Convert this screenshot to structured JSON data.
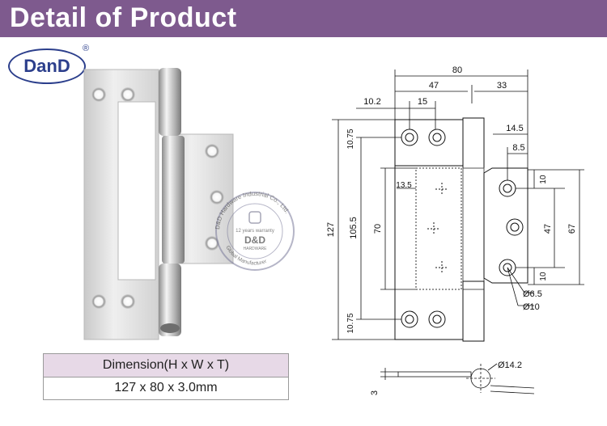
{
  "banner": {
    "title": "Detail of Product",
    "color": "#7e5a8e"
  },
  "logo": {
    "text": "DanD",
    "registered": "®",
    "color": "#2c3f8c"
  },
  "stamp": {
    "ring_text": "D&D Hardware Industrial Co., Ltd.",
    "ring_text_bottom": "Global Manufacturer",
    "warranty": "12 years warranty",
    "brand": "D&D",
    "sub": "HARDWARE"
  },
  "table": {
    "header": "Dimension(H x W x T)",
    "value": "127 x 80 x 3.0mm"
  },
  "drawing": {
    "labels": {
      "w80": "80",
      "w47": "47",
      "w33": "33",
      "w10_2": "10.2",
      "w15": "15",
      "w14_5": "14.5",
      "w8_5": "8.5",
      "w13_5": "13.5",
      "h127": "127",
      "h105_5": "105.5",
      "h70": "70",
      "h10_75_top": "10.75",
      "h10_75_bot": "10.75",
      "r10_top": "10",
      "r47": "47",
      "r67": "67",
      "r10_bot": "10",
      "d6_5": "Ø6.5",
      "d10": "Ø10",
      "d14_2": "Ø14.2",
      "t3": "3"
    }
  }
}
